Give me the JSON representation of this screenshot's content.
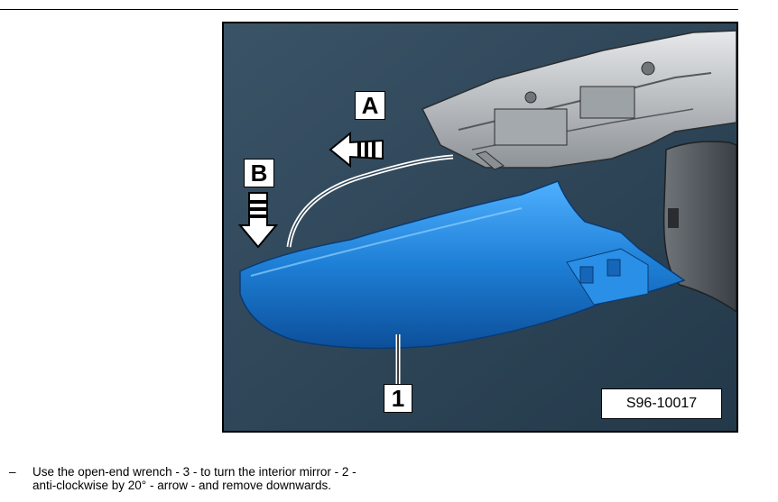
{
  "figure": {
    "callout_a": "A",
    "callout_b": "B",
    "callout_1": "1",
    "reference_code": "S96-10017"
  },
  "instruction": {
    "bullet": "–",
    "line1": "Use the open-end wrench - 3 - to turn the interior mirror - 2 -",
    "line2": "anti-clockwise by 20° - arrow - and remove downwards."
  },
  "colors": {
    "background": "#2e4556",
    "cover_part": "#1e7fd6",
    "mirror_housing": "#bfc3c6"
  }
}
